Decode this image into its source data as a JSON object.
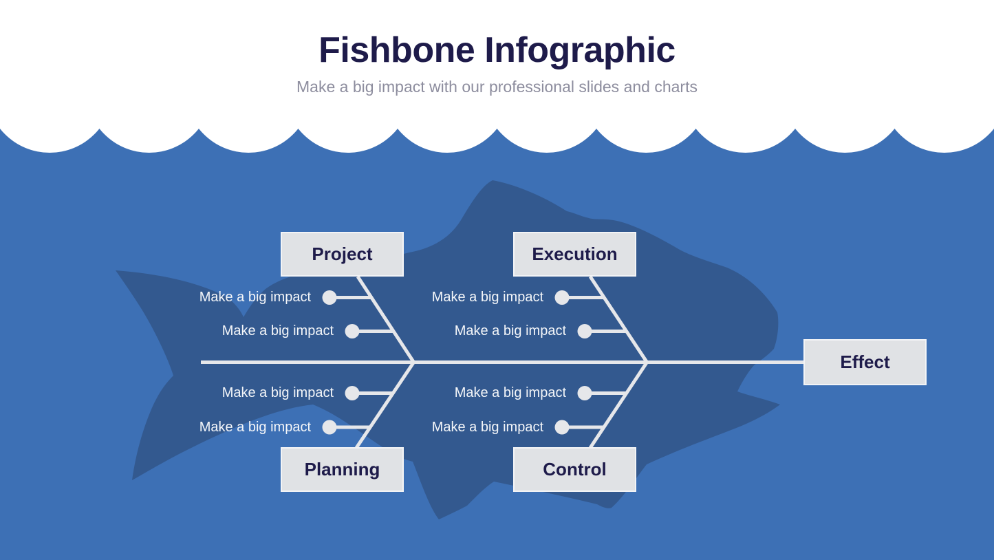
{
  "slide": {
    "title": "Fishbone Infographic",
    "subtitle": "Make a big impact with our professional slides and charts"
  },
  "diagram": {
    "type": "fishbone",
    "effect": {
      "label": "Effect"
    },
    "categories": [
      {
        "id": "project",
        "label": "Project",
        "position": "top-left"
      },
      {
        "id": "execution",
        "label": "Execution",
        "position": "top-right"
      },
      {
        "id": "planning",
        "label": "Planning",
        "position": "bottom-left"
      },
      {
        "id": "control",
        "label": "Control",
        "position": "bottom-right"
      }
    ],
    "causes": [
      {
        "category": "project",
        "label": "Make a big impact"
      },
      {
        "category": "project",
        "label": "Make a big impact"
      },
      {
        "category": "execution",
        "label": "Make a big impact"
      },
      {
        "category": "execution",
        "label": "Make a big impact"
      },
      {
        "category": "planning",
        "label": "Make a big impact"
      },
      {
        "category": "planning",
        "label": "Make a big impact"
      },
      {
        "category": "control",
        "label": "Make a big impact"
      },
      {
        "category": "control",
        "label": "Make a big impact"
      }
    ]
  },
  "colors": {
    "ocean": "#3D70B5",
    "fish": "#33598F",
    "line": "#E6E7EA",
    "box_fill": "#E0E2E5",
    "box_border": "#F3F4F6",
    "heading": "#1E1B4A",
    "subtitle": "#8D8D9E",
    "cause_text": "#F4F6F9"
  }
}
